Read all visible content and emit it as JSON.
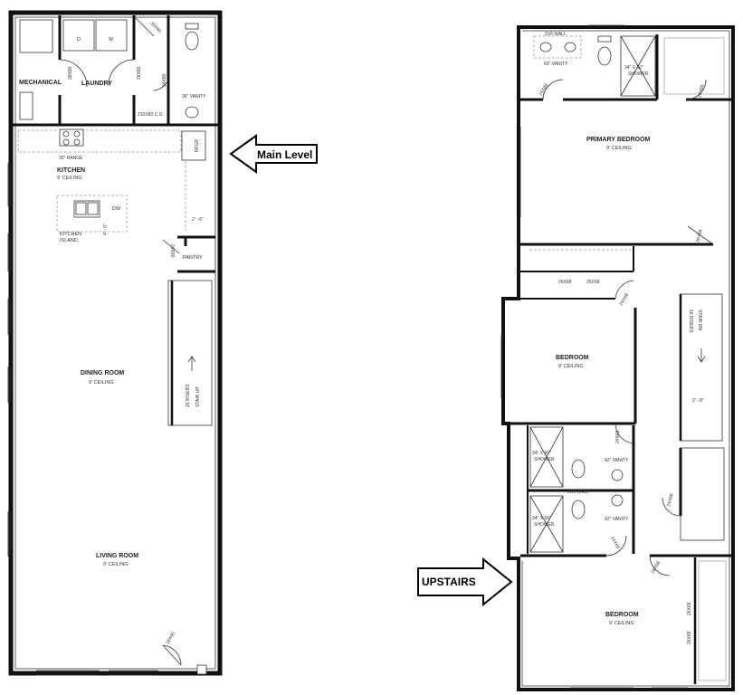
{
  "callouts": {
    "main_level": "Main Level",
    "upstairs": "UPSTAIRS"
  },
  "main_level": {
    "rooms": {
      "mechanical": "MECHANICAL",
      "laundry": "LAUNDRY",
      "kitchen": "KITCHEN",
      "kitchen_ceiling": "9' CEILING",
      "kitchen_island": "KITCHEN",
      "kitchen_island_2": "ISLAND",
      "pantry": "PANTRY",
      "dining": "DINING ROOM",
      "dining_ceiling": "9' CEILING",
      "living": "LIVING ROOM",
      "living_ceiling": "9' CEILING"
    },
    "labels": {
      "washer_d": "D",
      "washer_w": "W",
      "vanity": "36\" VANITY",
      "closet": "210X80 C.O.",
      "range": "30\" RANGE",
      "refrigerator": "RFGR",
      "dishwasher": "DW",
      "island_dim": "4' - 0\"",
      "hall_dim": "2' - 6\"",
      "stair_risers": "16 RISERS",
      "stair_dir": "STAIR UP",
      "door_mech": "28X80",
      "door_laundry": "28X80",
      "door_bath": "24X80",
      "door_hall": "30X80",
      "door_pantry": "24X80",
      "door_front": "30X80"
    }
  },
  "upstairs": {
    "rooms": {
      "primary": "PRIMARY BEDROOM",
      "primary_ceiling": "9' CEILING",
      "bedroom_1": "BEDROOM",
      "bedroom_1_ceiling": "9' CEILING",
      "bedroom_2": "BEDROOM",
      "bedroom_2_ceiling": "9' CEILING"
    },
    "labels": {
      "wall_top": "2X6 WALL",
      "vanity_60": "60\" VANITY",
      "shower_top_1": "34\" X 60\"",
      "shower_top_2": "SHOWER",
      "door_primary_1": "24X68",
      "door_primary_2": "24X68",
      "door_hall_1": "26X68",
      "door_closet_1": "26X68",
      "door_closet_2": "26X68",
      "door_bed1": "24X68",
      "stair_risers": "16 RISERS",
      "stair_dir": "STAIR DN",
      "stair_dim": "3' - 8\"",
      "shower_a_1": "34\" X 60\"",
      "shower_a_2": "SHOWER",
      "vanity_42_a": "42\" VANITY",
      "door_bath_a": "24X68",
      "wall_mid": "2X6 WALL",
      "shower_b_1": "34\" X 60\"",
      "shower_b_2": "SHOWER",
      "vanity_42_b": "42\" VANITY",
      "door_bath_b": "24X68",
      "door_closet_hall": "24X68",
      "door_bed2": "26X68",
      "door_bed2_closet_1": "26X68",
      "door_bed2_closet_2": "26X68"
    }
  }
}
